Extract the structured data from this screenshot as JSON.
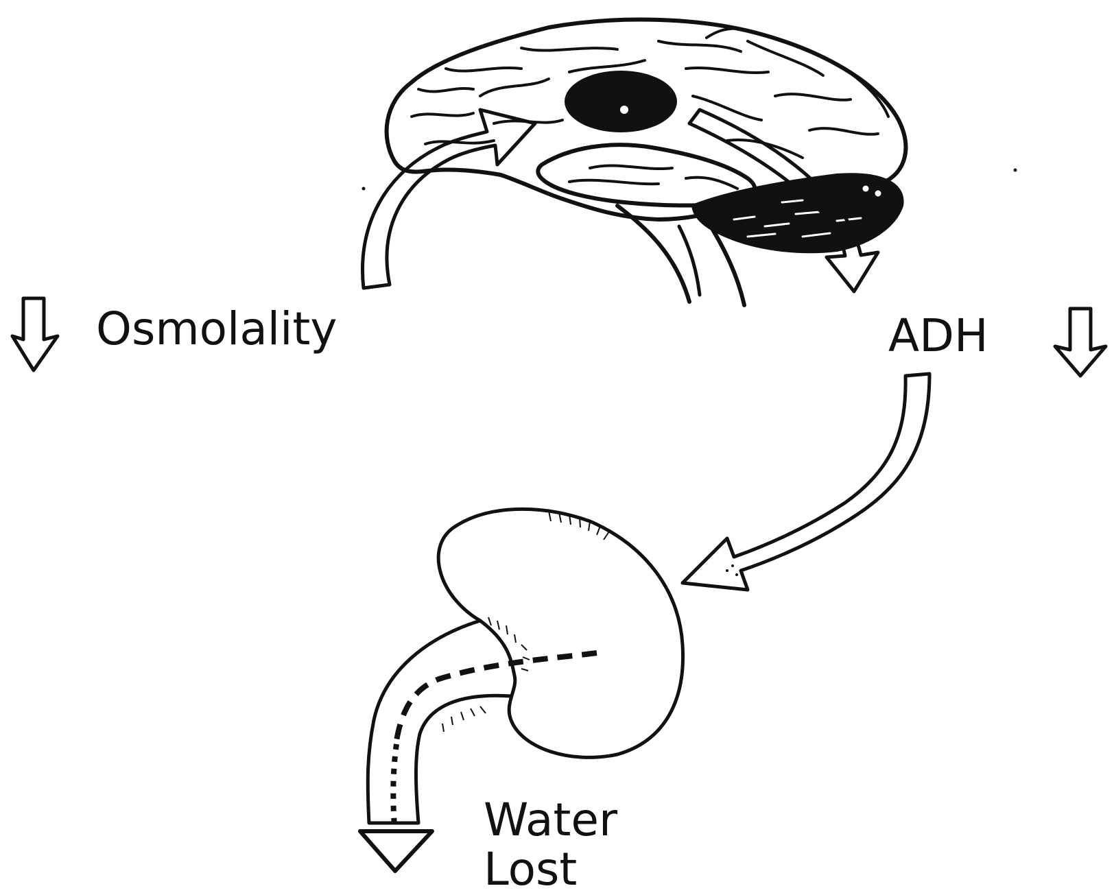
{
  "labels": {
    "osmolality": "Osmolality",
    "adh": "ADH",
    "water": "Water",
    "lost": "Lost"
  },
  "colors": {
    "ink": "#111111",
    "background": "#ffffff"
  },
  "icons": {
    "brain": "brain-icon",
    "kidney": "kidney-icon",
    "decrease": "down-arrow-icon"
  }
}
